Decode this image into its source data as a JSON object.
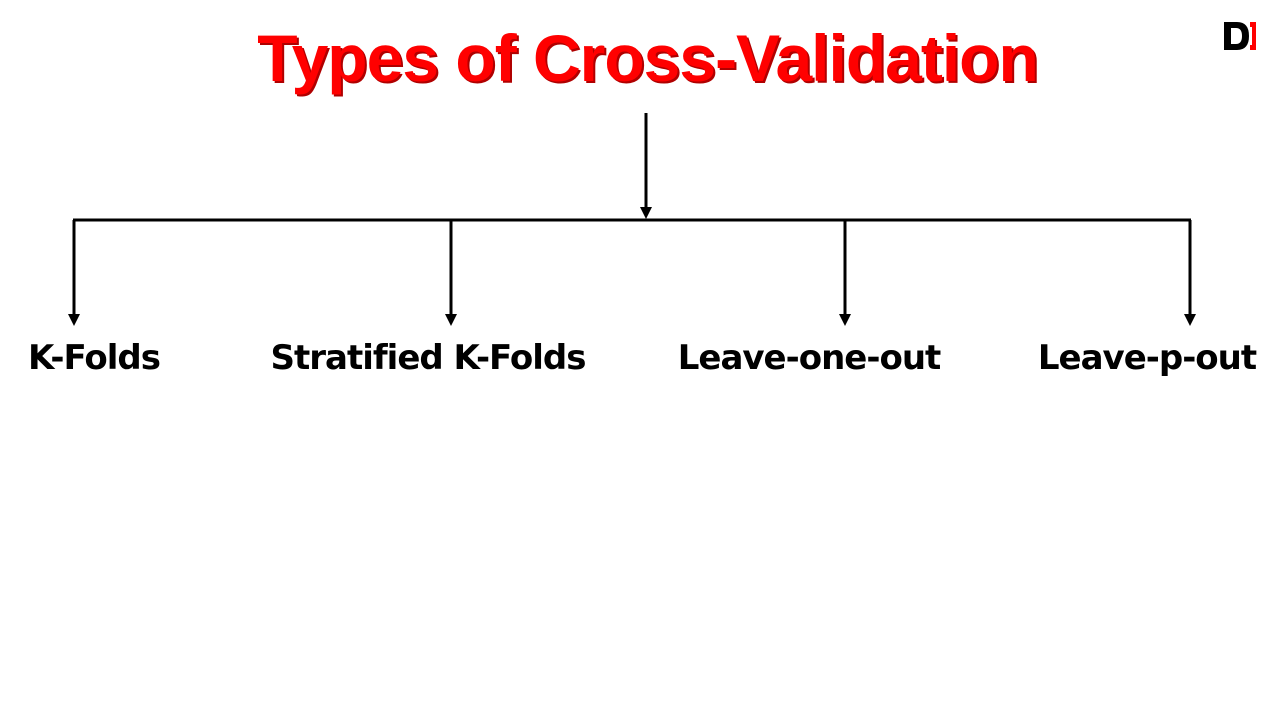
{
  "title": "Types of Cross-Validation",
  "logo": {
    "icon": "d-brand-logo",
    "text": "D",
    "colors": {
      "primary": "#000000",
      "accent": "#ff0000"
    }
  },
  "types": [
    {
      "label": "K-Folds"
    },
    {
      "label": "Stratified K-Folds"
    },
    {
      "label": "Leave-one-out"
    },
    {
      "label": "Leave-p-out"
    }
  ],
  "colors": {
    "title": "#ff0000",
    "lines": "#000000",
    "text": "#000000"
  }
}
